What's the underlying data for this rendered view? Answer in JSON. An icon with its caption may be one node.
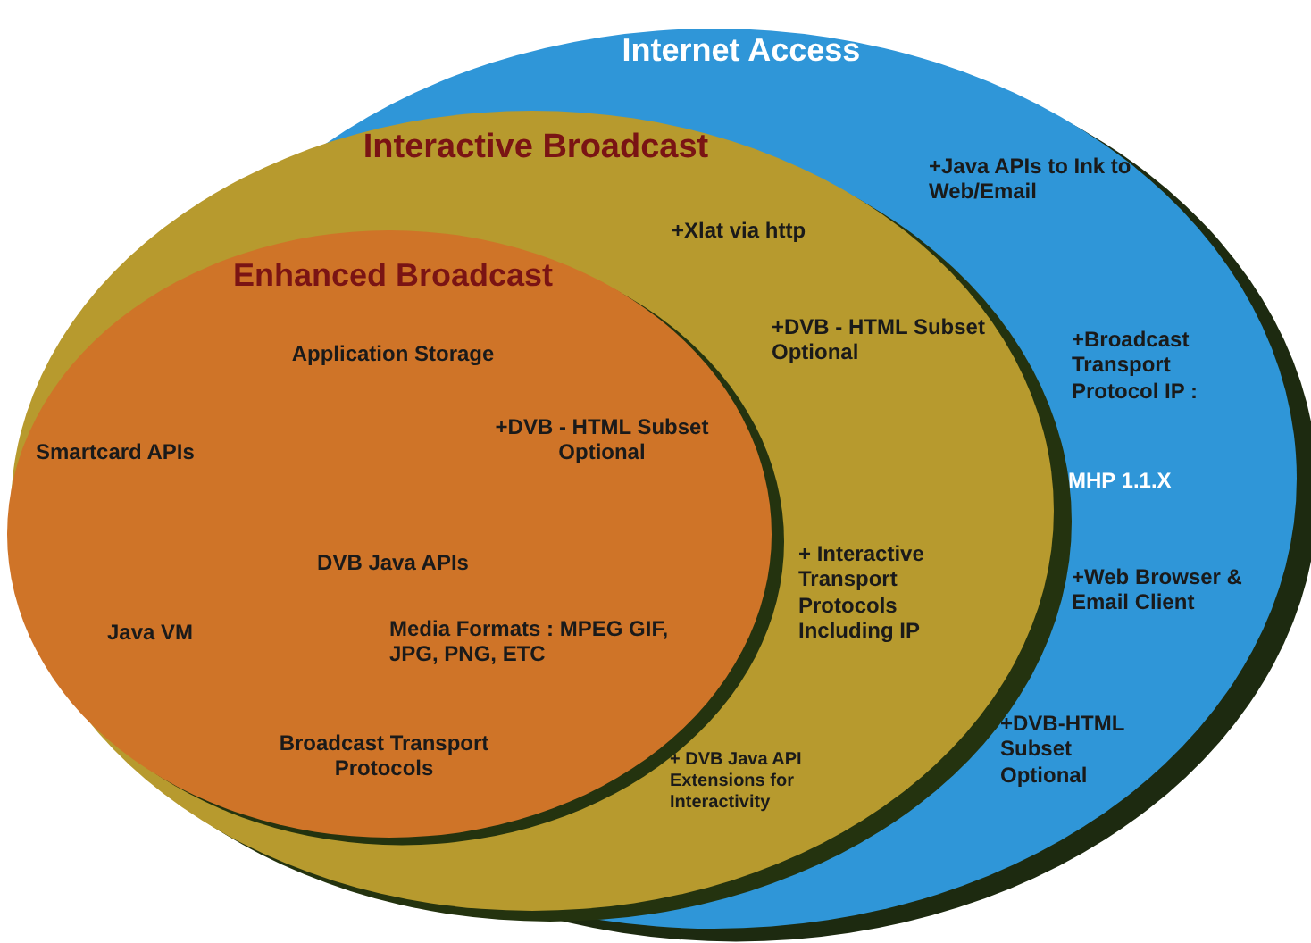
{
  "diagram": {
    "nodes": [
      {
        "text": [
          "Internet Access",
          "+Java APIs to Ink to Web/Email",
          "+Broadcast Transport Protocol IP :",
          "MHP 1.1.X",
          "+Web Browser & Email Client",
          "+DVB-HTML Subset Optional"
        ]
      },
      {
        "text": [
          "Interactive Broadcast",
          "+Xlat via http",
          "+DVB - HTML Subset Optional",
          "+ Interactive Transport Protocols Including IP",
          "+ DVB Java API Extensions for Interactivity"
        ],
        "in": 0
      },
      {
        "text": [
          "Enhanced Broadcast",
          "Application Storage",
          "Smartcard APIs",
          "+DVB - HTML Subset Optional",
          "DVB Java APIs",
          "Java VM",
          "Media Formats : MPEG GIF, JPG, PNG, ETC",
          "Broadcast Transport Protocols"
        ],
        "in": 1
      }
    ]
  }
}
